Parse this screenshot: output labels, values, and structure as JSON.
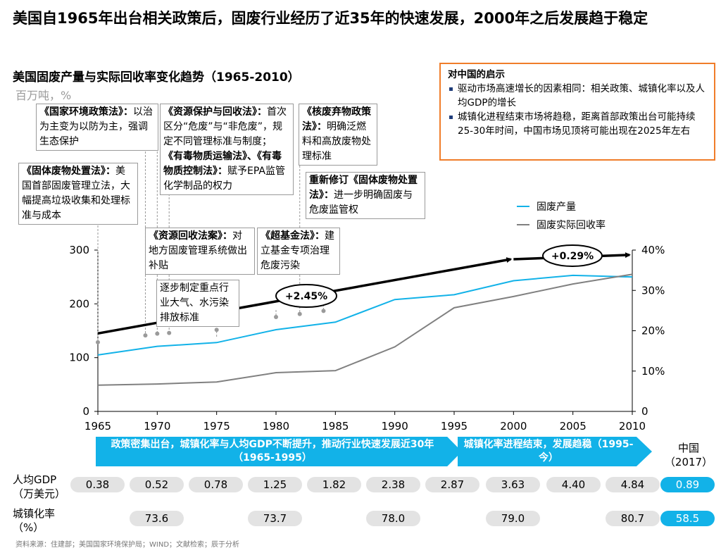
{
  "slide_title": "美国自1965年出台相关政策后，固废行业经历了近35年的快速发展，2000年之后发展趋于稳定",
  "chart_title": "美国固废产量与实际回收率变化趋势（1965-2010）",
  "unit": "百万吨，%",
  "callouts": [
    {
      "bold": "《固体废物处置法》：",
      "text": "美国首部固废管理立法，大幅提高垃圾收集和处理标准与成本"
    },
    {
      "bold": "《国家环境政策法》：",
      "text": "以治为主变为以防为主，强调生态保护"
    },
    {
      "bold": "《资源保护与回收法》：",
      "text": "首次区分“危废”与“非危废”，规定不同管理标准与制度；",
      "bold2": "《有毒物质运输法》、《有毒物质控制法》：",
      "text2": "赋予EPA监管化学制品的权力"
    },
    {
      "bold": "《资源回收法案》：",
      "text": "对地方固废管理系统做出补贴"
    },
    {
      "bold": "",
      "text": "逐步制定重点行业大气、水污染排放标准"
    },
    {
      "bold": "《核废弃物政策法》：",
      "text": "明确泛燃料和高放废物处理标准"
    },
    {
      "bold": "《超基金法》：",
      "text": "建立基金专项治理危废污染"
    },
    {
      "bold": "重新修订《固体废物处置法》：",
      "text": "进一步明确固废与危废监管权"
    }
  ],
  "insights": {
    "title": "对中国的启示",
    "items": [
      "驱动市场高速增长的因素相同：相关政策、城镇化率以及人均GDP的增长",
      "城镇化进程结束市场将趋稳，距离首部政策出台可能持续25-30年时间，中国市场见顶将可能出现在2025年左右"
    ]
  },
  "growth_labels": {
    "first": "+2.45%",
    "second": "+0.29%"
  },
  "phase_bands": [
    {
      "text": "政策密集出台，城镇化率与人均GDP不断提升，推动行业快速发展近30年（1965-1995）",
      "color": "#12b2e8"
    },
    {
      "text": "城镇化率进程结束，发展趋稳（1995-今）",
      "color": "#12b2e8"
    }
  ],
  "china_header": "中国\n（2017）",
  "gdp_row": {
    "label": "人均GDP\n（万美元）",
    "values": [
      "0.38",
      "0.52",
      "0.78",
      "1.25",
      "1.82",
      "2.38",
      "2.87",
      "3.63",
      "4.40",
      "4.84"
    ],
    "china": "0.89"
  },
  "urban_row": {
    "label": "城镇化率\n（%）",
    "values": [
      "",
      "73.6",
      "",
      "73.7",
      "",
      "78.0",
      "",
      "79.0",
      "",
      "80.7"
    ],
    "china": "58.5"
  },
  "source": "资料来源：住建部；美国国家环境保护局；WIND；文献检索；辰于分析",
  "chart_data": {
    "type": "line",
    "x": [
      1965,
      1970,
      1975,
      1980,
      1985,
      1990,
      1995,
      2000,
      2005,
      2010
    ],
    "series": [
      {
        "name": "固废产量",
        "axis": "left",
        "color": "#12b2e8",
        "values": [
          105,
          121,
          128,
          152,
          166,
          208,
          217,
          243,
          253,
          250
        ]
      },
      {
        "name": "固废实际回收率",
        "axis": "right",
        "color": "#808080",
        "values": [
          6.5,
          6.8,
          7.3,
          9.6,
          10.1,
          16.0,
          25.7,
          28.5,
          31.6,
          34.0
        ]
      }
    ],
    "xlim": [
      1965,
      2010
    ],
    "y_left": {
      "ticks": [
        0,
        100,
        200,
        300
      ],
      "lim": [
        0,
        300
      ]
    },
    "y_right": {
      "ticks": [
        "0",
        "10%",
        "20%",
        "30%",
        "40%"
      ],
      "values": [
        0,
        10,
        20,
        30,
        40
      ],
      "lim": [
        0,
        40
      ]
    },
    "legend_position": "top-right",
    "policy_years": [
      1965,
      1969,
      1970,
      1971,
      1975,
      1980,
      1982,
      1984
    ],
    "trend_arrows": [
      {
        "from": [
          1965,
          145
        ],
        "to": [
          2000,
          283
        ],
        "label": "+2.45%"
      },
      {
        "from": [
          2000,
          283
        ],
        "to": [
          2010,
          291
        ],
        "label": "+0.29%"
      }
    ]
  }
}
